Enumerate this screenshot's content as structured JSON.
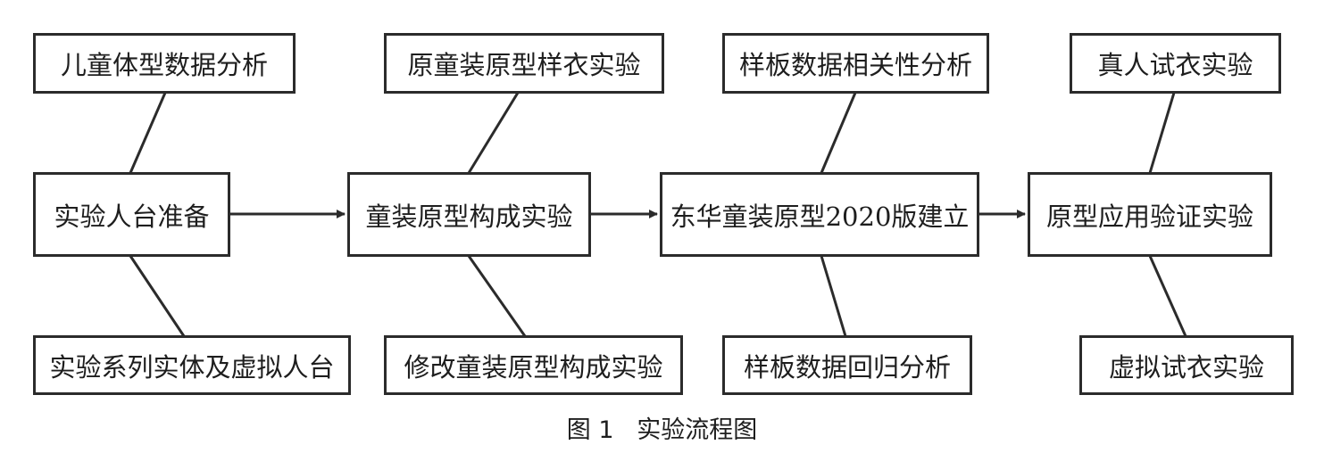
{
  "diagram": {
    "main_steps": [
      {
        "label": "实验人台准备"
      },
      {
        "label": "童装原型构成实验"
      },
      {
        "label": "东华童装原型2020版建立"
      },
      {
        "label": "原型应用验证实验"
      }
    ],
    "top_branches": [
      {
        "label": "儿童体型数据分析"
      },
      {
        "label": "原童装原型样衣实验"
      },
      {
        "label": "样板数据相关性分析"
      },
      {
        "label": "真人试衣实验"
      }
    ],
    "bottom_branches": [
      {
        "label": "实验系列实体及虚拟人台"
      },
      {
        "label": "修改童装原型构成实验"
      },
      {
        "label": "样板数据回归分析"
      },
      {
        "label": "虚拟试衣实验"
      }
    ],
    "line_color": "#2b2b2b"
  },
  "caption": {
    "number": "图 1",
    "title": "实验流程图"
  }
}
